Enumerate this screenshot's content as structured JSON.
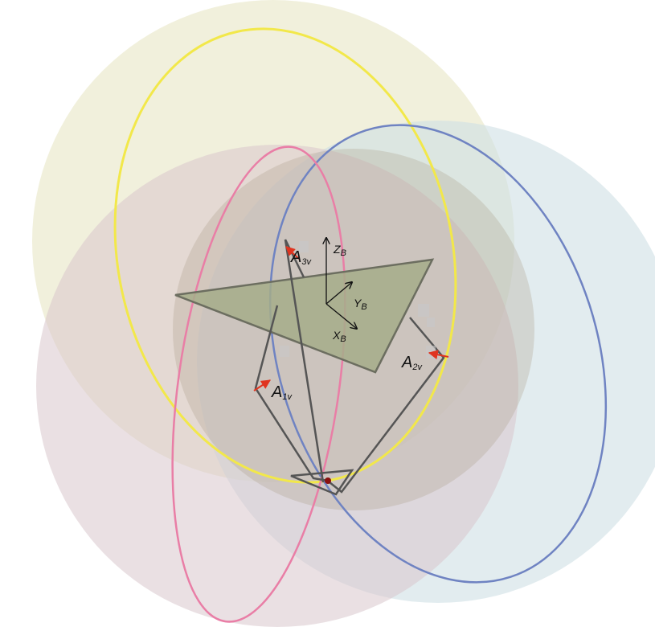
{
  "labels": {
    "a1": {
      "main": "A",
      "sub": "1v"
    },
    "a2": {
      "main": "A",
      "sub": "2v"
    },
    "a3": {
      "main": "A",
      "sub": "3v"
    },
    "zb": {
      "main": "Z",
      "sub": "B"
    },
    "yb": {
      "main": "Y",
      "sub": "B"
    },
    "xb": {
      "main": "X",
      "sub": "B"
    }
  },
  "colors": {
    "sphere_yellow": "#e6e4bf",
    "sphere_blue": "#cfdfe4",
    "sphere_pink": "#d8c6cc",
    "sphere_inner": "#a89a86",
    "ring_yellow": "#f2e84a",
    "ring_blue": "#6f83c2",
    "ring_pink": "#e97ea6",
    "platform": "#a4ad8a",
    "legs": "#555555",
    "arrow_red": "#e0341f",
    "center_dot": "#8a1010"
  }
}
